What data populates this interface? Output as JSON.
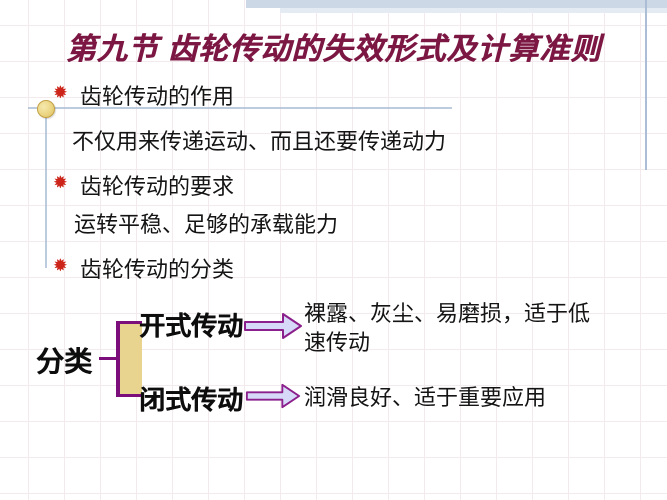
{
  "slide": {
    "title": "第九节 齿轮传动的失效形式及计算准则",
    "bullet_glyph": "✹",
    "bullets": [
      {
        "label": "齿轮传动的作用",
        "detail": "不仅用来传递运动、而且还要传递动力"
      },
      {
        "label": "齿轮传动的要求",
        "detail": "运转平稳、足够的承载能力"
      },
      {
        "label": "齿轮传动的分类",
        "detail": ""
      }
    ],
    "classification": {
      "root": "分类",
      "branches": [
        {
          "name": "开式传动",
          "description": "裸露、灰尘、易磨损，适于低速传动"
        },
        {
          "name": "闭式传动",
          "description": "润滑良好、适于重要应用"
        }
      ]
    },
    "colors": {
      "title_text": "#7c1743",
      "bullet_icon": "#cc2418",
      "bracket_fill": "#e9d48f",
      "bracket_border": "#7c0e7c",
      "arrow_fill": "#d6daf8",
      "arrow_outline": "#8b1f8b",
      "header_bar": "#cdd8e6",
      "guide_line": "#abbed6"
    }
  }
}
